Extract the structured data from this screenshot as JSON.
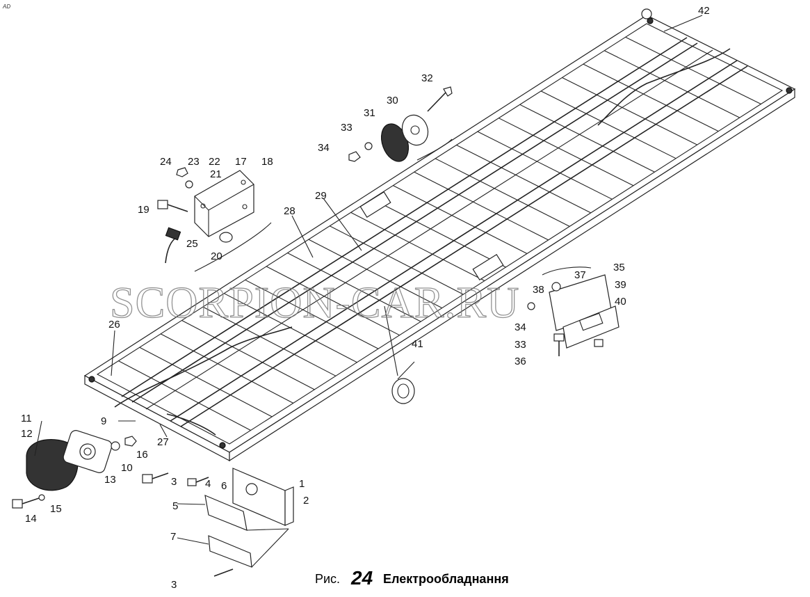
{
  "corner_mark": "AD",
  "watermark": "SCORPION-CAR.RU",
  "caption": {
    "prefix": "Рис.",
    "number": "24",
    "title": "Електрообладнання"
  },
  "labels": [
    {
      "id": "l1",
      "text": "1"
    },
    {
      "id": "l2",
      "text": "2"
    },
    {
      "id": "l3a",
      "text": "3"
    },
    {
      "id": "l3b",
      "text": "3"
    },
    {
      "id": "l4",
      "text": "4"
    },
    {
      "id": "l5",
      "text": "5"
    },
    {
      "id": "l6",
      "text": "6"
    },
    {
      "id": "l7",
      "text": "7"
    },
    {
      "id": "l9",
      "text": "9"
    },
    {
      "id": "l10",
      "text": "10"
    },
    {
      "id": "l11",
      "text": "11"
    },
    {
      "id": "l12",
      "text": "12"
    },
    {
      "id": "l13",
      "text": "13"
    },
    {
      "id": "l14",
      "text": "14"
    },
    {
      "id": "l15",
      "text": "15"
    },
    {
      "id": "l16",
      "text": "16"
    },
    {
      "id": "l17",
      "text": "17"
    },
    {
      "id": "l18",
      "text": "18"
    },
    {
      "id": "l19",
      "text": "19"
    },
    {
      "id": "l20",
      "text": "20"
    },
    {
      "id": "l21",
      "text": "21"
    },
    {
      "id": "l22",
      "text": "22"
    },
    {
      "id": "l23",
      "text": "23"
    },
    {
      "id": "l24",
      "text": "24"
    },
    {
      "id": "l25",
      "text": "25"
    },
    {
      "id": "l26",
      "text": "26"
    },
    {
      "id": "l27",
      "text": "27"
    },
    {
      "id": "l28",
      "text": "28"
    },
    {
      "id": "l29",
      "text": "29"
    },
    {
      "id": "l30",
      "text": "30"
    },
    {
      "id": "l31",
      "text": "31"
    },
    {
      "id": "l32",
      "text": "32"
    },
    {
      "id": "l33a",
      "text": "33"
    },
    {
      "id": "l33b",
      "text": "33"
    },
    {
      "id": "l34a",
      "text": "34"
    },
    {
      "id": "l34b",
      "text": "34"
    },
    {
      "id": "l35",
      "text": "35"
    },
    {
      "id": "l36",
      "text": "36"
    },
    {
      "id": "l37",
      "text": "37"
    },
    {
      "id": "l38",
      "text": "38"
    },
    {
      "id": "l39",
      "text": "39"
    },
    {
      "id": "l40",
      "text": "40"
    },
    {
      "id": "l41",
      "text": "41"
    },
    {
      "id": "l42",
      "text": "42"
    }
  ]
}
